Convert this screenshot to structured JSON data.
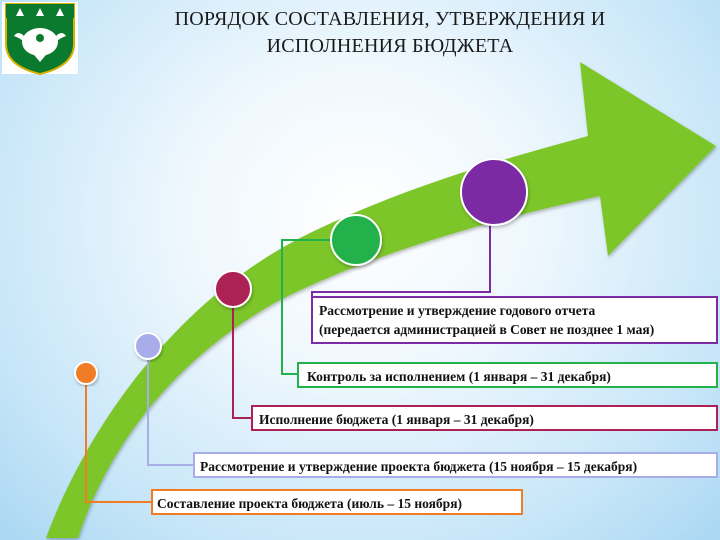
{
  "title": {
    "line1": "ПОРЯДОК СОСТАВЛЕНИЯ, УТВЕРЖДЕНИЯ И",
    "line2": "ИСПОЛНЕНИЯ БЮДЖЕТА"
  },
  "logo": {
    "icon": "coat-of-arms-icon"
  },
  "steps": [
    {
      "line1": "Составление проекта бюджета (июль – 15 ноября)",
      "color": "#f07d25"
    },
    {
      "line1": "Рассмотрение и утверждение проекта бюджета (15 ноября – 15 декабря)",
      "color": "#a8ace8"
    },
    {
      "line1": "Исполнение бюджета (1 января – 31 декабря)",
      "color": "#ad2055"
    },
    {
      "line1": "Контроль за исполнением (1 января – 31 декабря)",
      "color": "#22b14c"
    },
    {
      "line1": "Рассмотрение и утверждение годового отчета",
      "line2": "(передается администрацией в Совет не позднее 1 мая)",
      "color": "#7b2ba3"
    }
  ],
  "arrow_color": "#7dc62b"
}
